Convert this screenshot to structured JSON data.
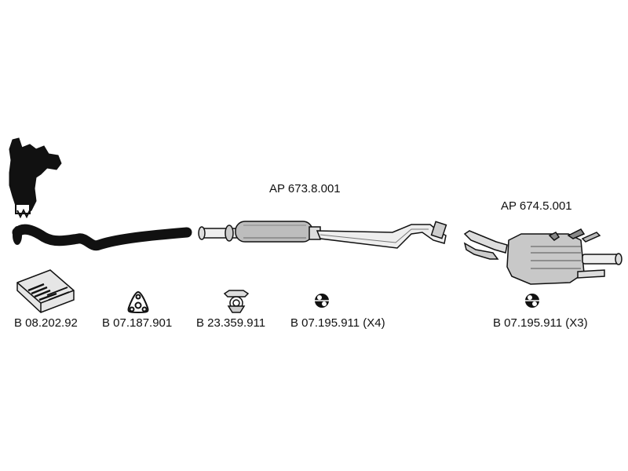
{
  "assemblies": [
    {
      "part_number": "AP 673.8.001",
      "component": "middle-silencer"
    },
    {
      "part_number": "AP 674.5.001",
      "component": "rear-silencer"
    }
  ],
  "parts": [
    {
      "part_number": "B 08.202.92",
      "icon": "mounting-kit-box-icon"
    },
    {
      "part_number": "B 07.187.901",
      "icon": "triangular-gasket-icon"
    },
    {
      "part_number": "B 23.359.911",
      "icon": "pipe-clamp-icon"
    },
    {
      "part_number": "B 07.195.911 (X4)",
      "icon": "rubber-hanger-icon"
    },
    {
      "part_number": "B 07.195.911 (X3)",
      "icon": "rubber-hanger-icon"
    }
  ],
  "components": [
    "exhaust-manifold-catalyst",
    "front-pipe",
    "middle-silencer",
    "rear-silencer"
  ],
  "colors": {
    "ink": "#111111",
    "background": "#ffffff",
    "shade": "#bdbdbd"
  }
}
